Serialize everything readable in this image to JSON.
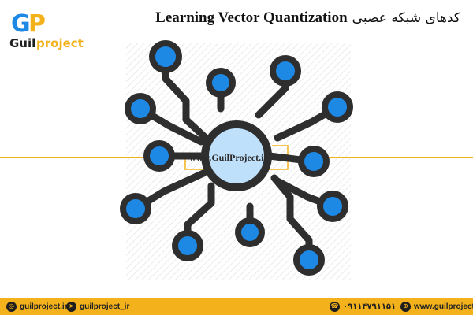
{
  "logo": {
    "letters": "GP",
    "text": "Guilproject"
  },
  "title": {
    "english": "Learning Vector Quantization",
    "persian": "کدهای شبکه عصبی"
  },
  "watermark": "www.GuilProject.ir",
  "footer": {
    "instagram": "guilproject.ir",
    "telegram": "guilproject_ir",
    "phone": "۰۹۱۱۴۷۹۱۱۵۱",
    "website": "www.guilproject.ir"
  },
  "colors": {
    "accent_orange": "#f3b21b",
    "node_blue": "#1e88e5",
    "center_fill": "#bfe0fb",
    "stroke_dark": "#2e2e2e"
  },
  "icons": {
    "instagram": "instagram-icon",
    "telegram": "telegram-icon",
    "phone": "phone-icon",
    "website": "globe-icon"
  }
}
